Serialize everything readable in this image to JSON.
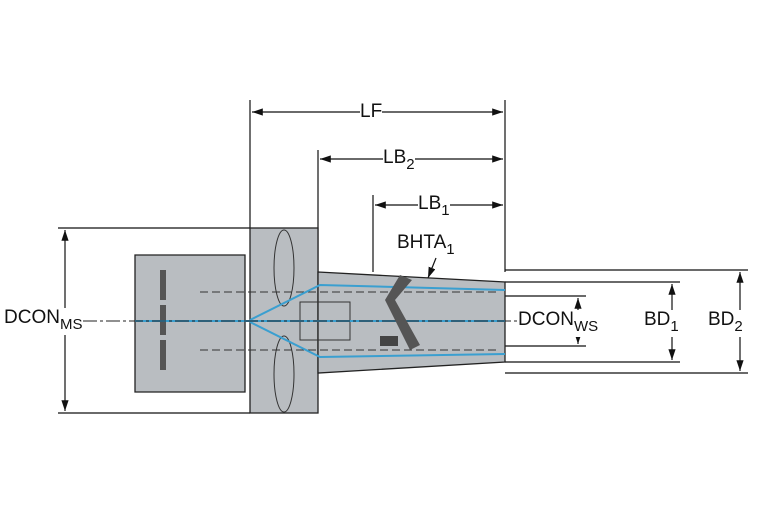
{
  "dimensions": {
    "lf": {
      "main": "LF",
      "sub": ""
    },
    "lb2": {
      "main": "LB",
      "sub": "2"
    },
    "lb1": {
      "main": "LB",
      "sub": "1"
    },
    "bhta1": {
      "main": "BHTA",
      "sub": "1"
    },
    "dcon_ms": {
      "main": "DCON",
      "sub": "MS"
    },
    "dcon_ws": {
      "main": "DCON",
      "sub": "WS"
    },
    "bd1": {
      "main": "BD",
      "sub": "1"
    },
    "bd2": {
      "main": "BD",
      "sub": "2"
    }
  },
  "colors": {
    "body": "#b9bdc1",
    "coolant": "#3a9fd0"
  }
}
